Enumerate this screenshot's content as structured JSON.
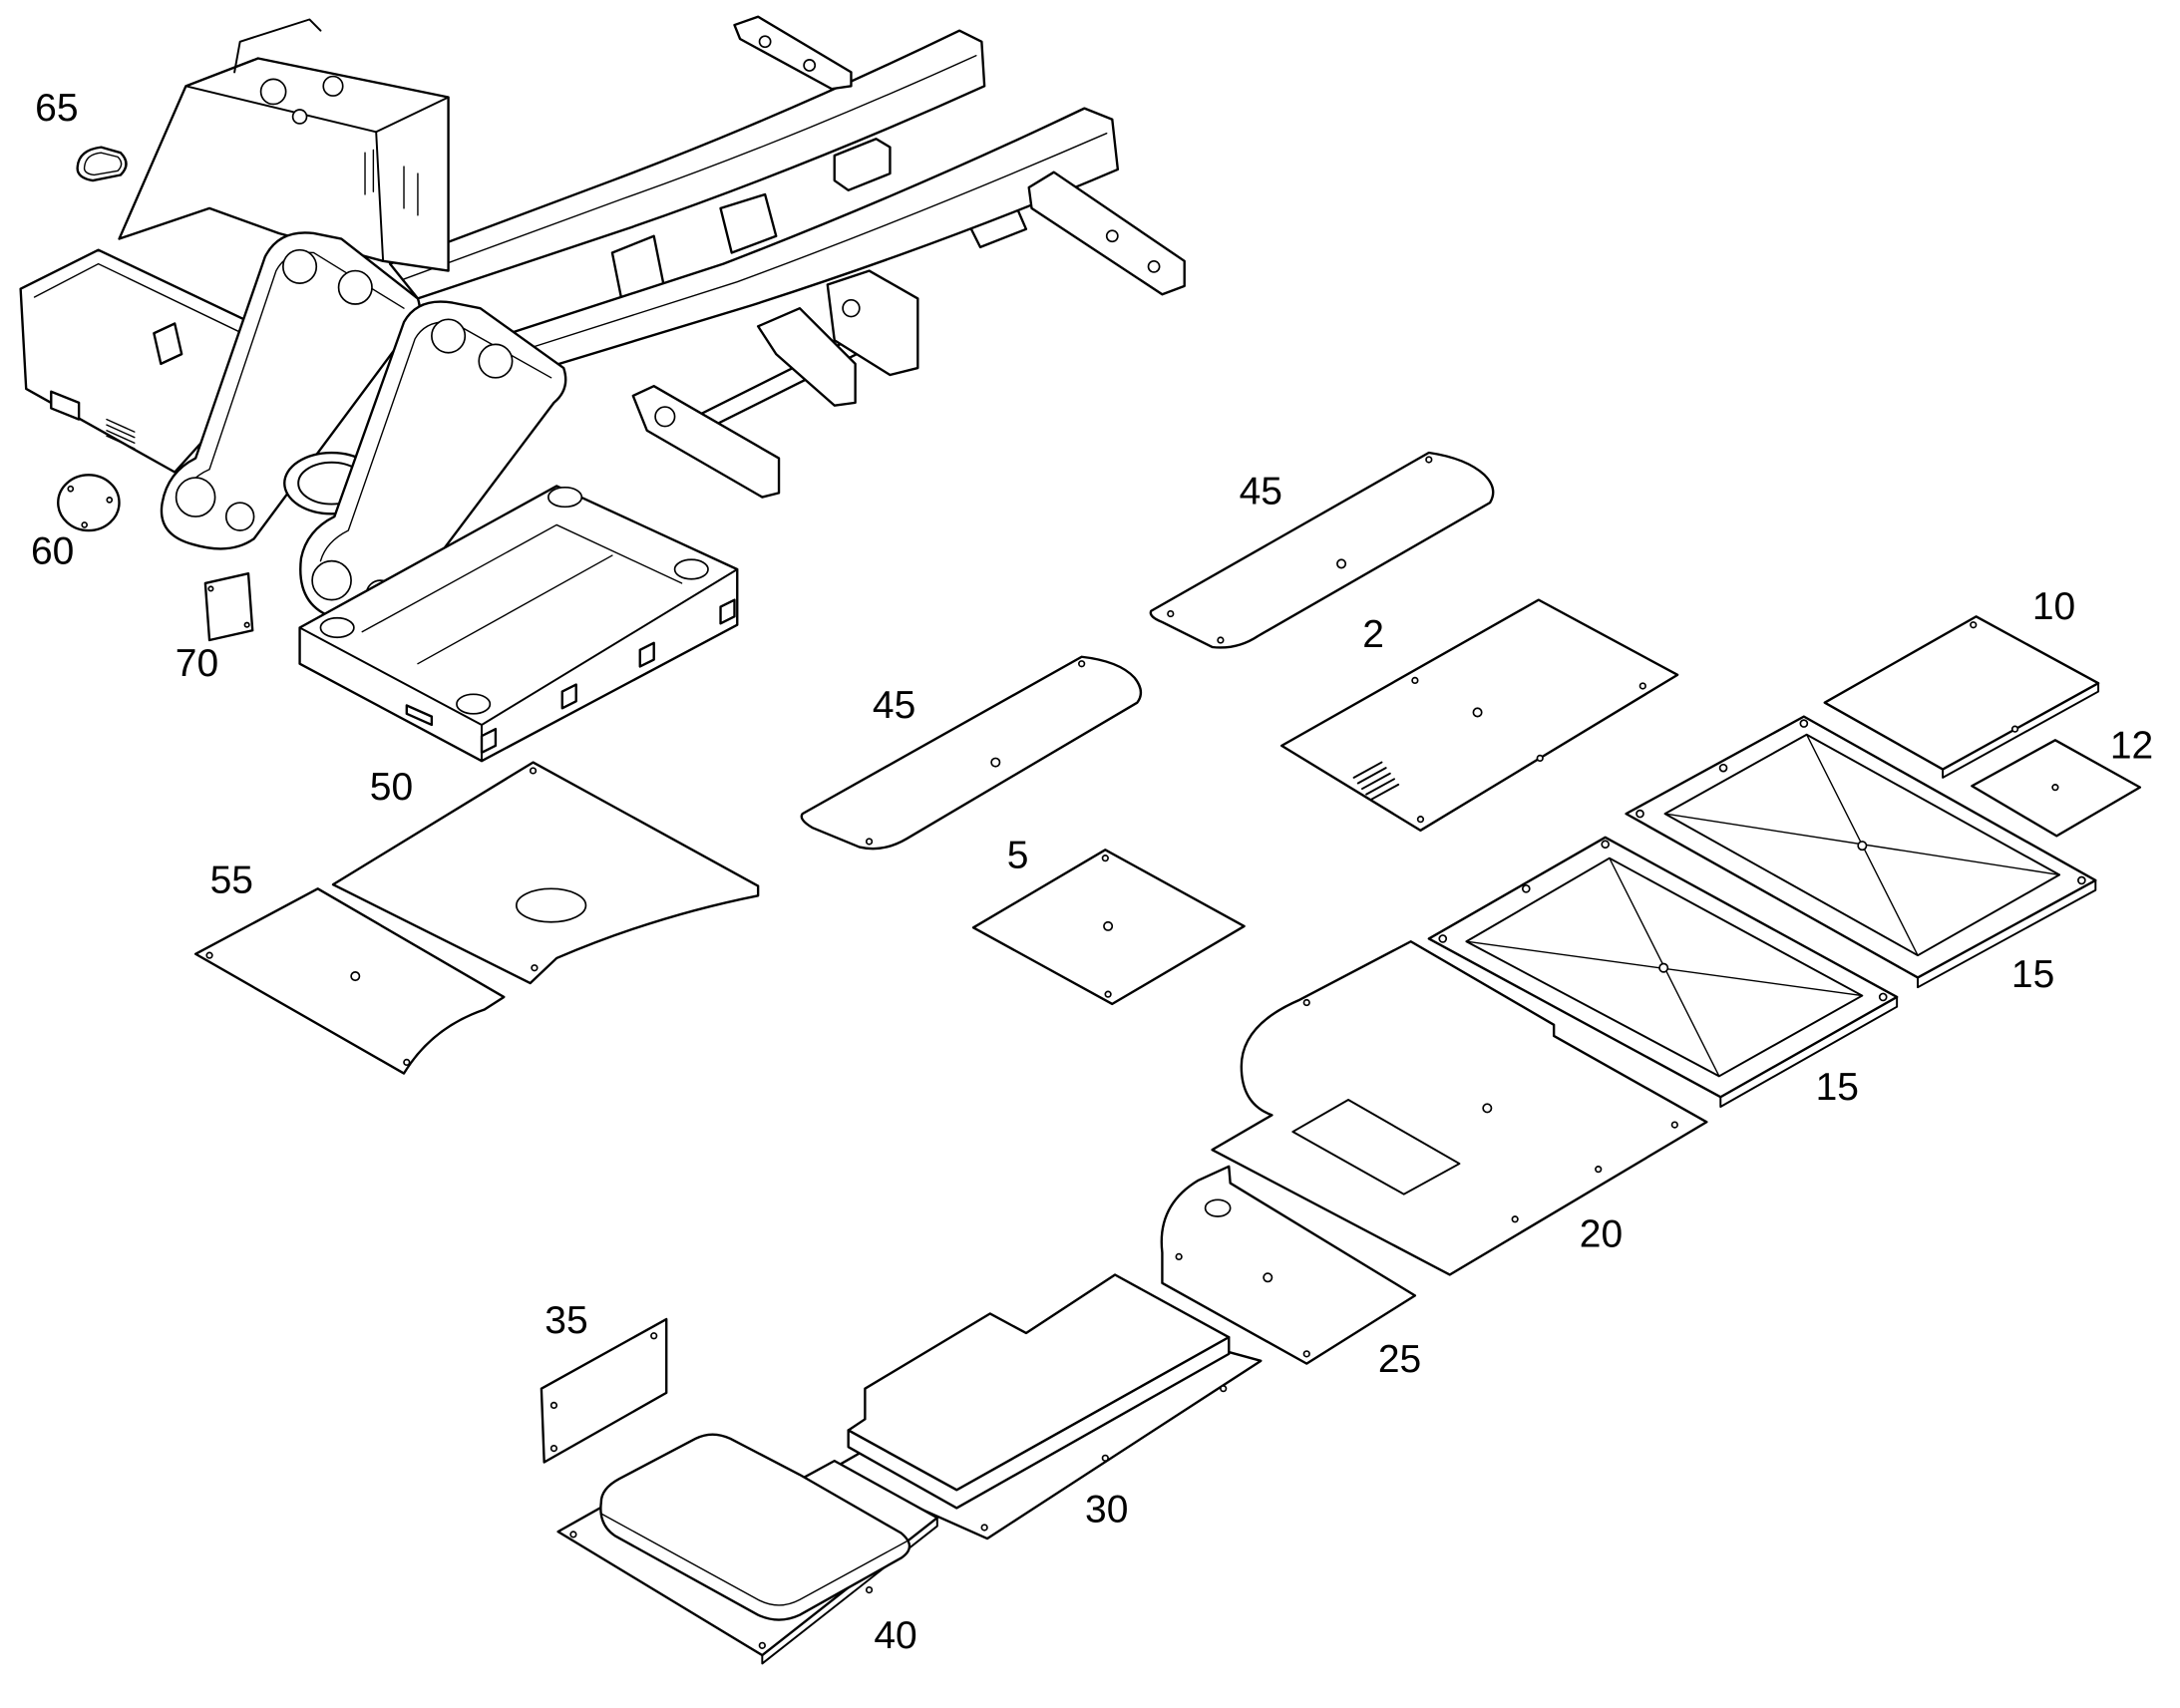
{
  "callouts": [
    "65",
    "60",
    "70",
    "45",
    "2",
    "10",
    "12",
    "45",
    "50",
    "55",
    "5",
    "15",
    "15",
    "20",
    "25",
    "35",
    "30",
    "40"
  ],
  "style": {
    "line_color": "#000000",
    "background_color": "#ffffff"
  }
}
